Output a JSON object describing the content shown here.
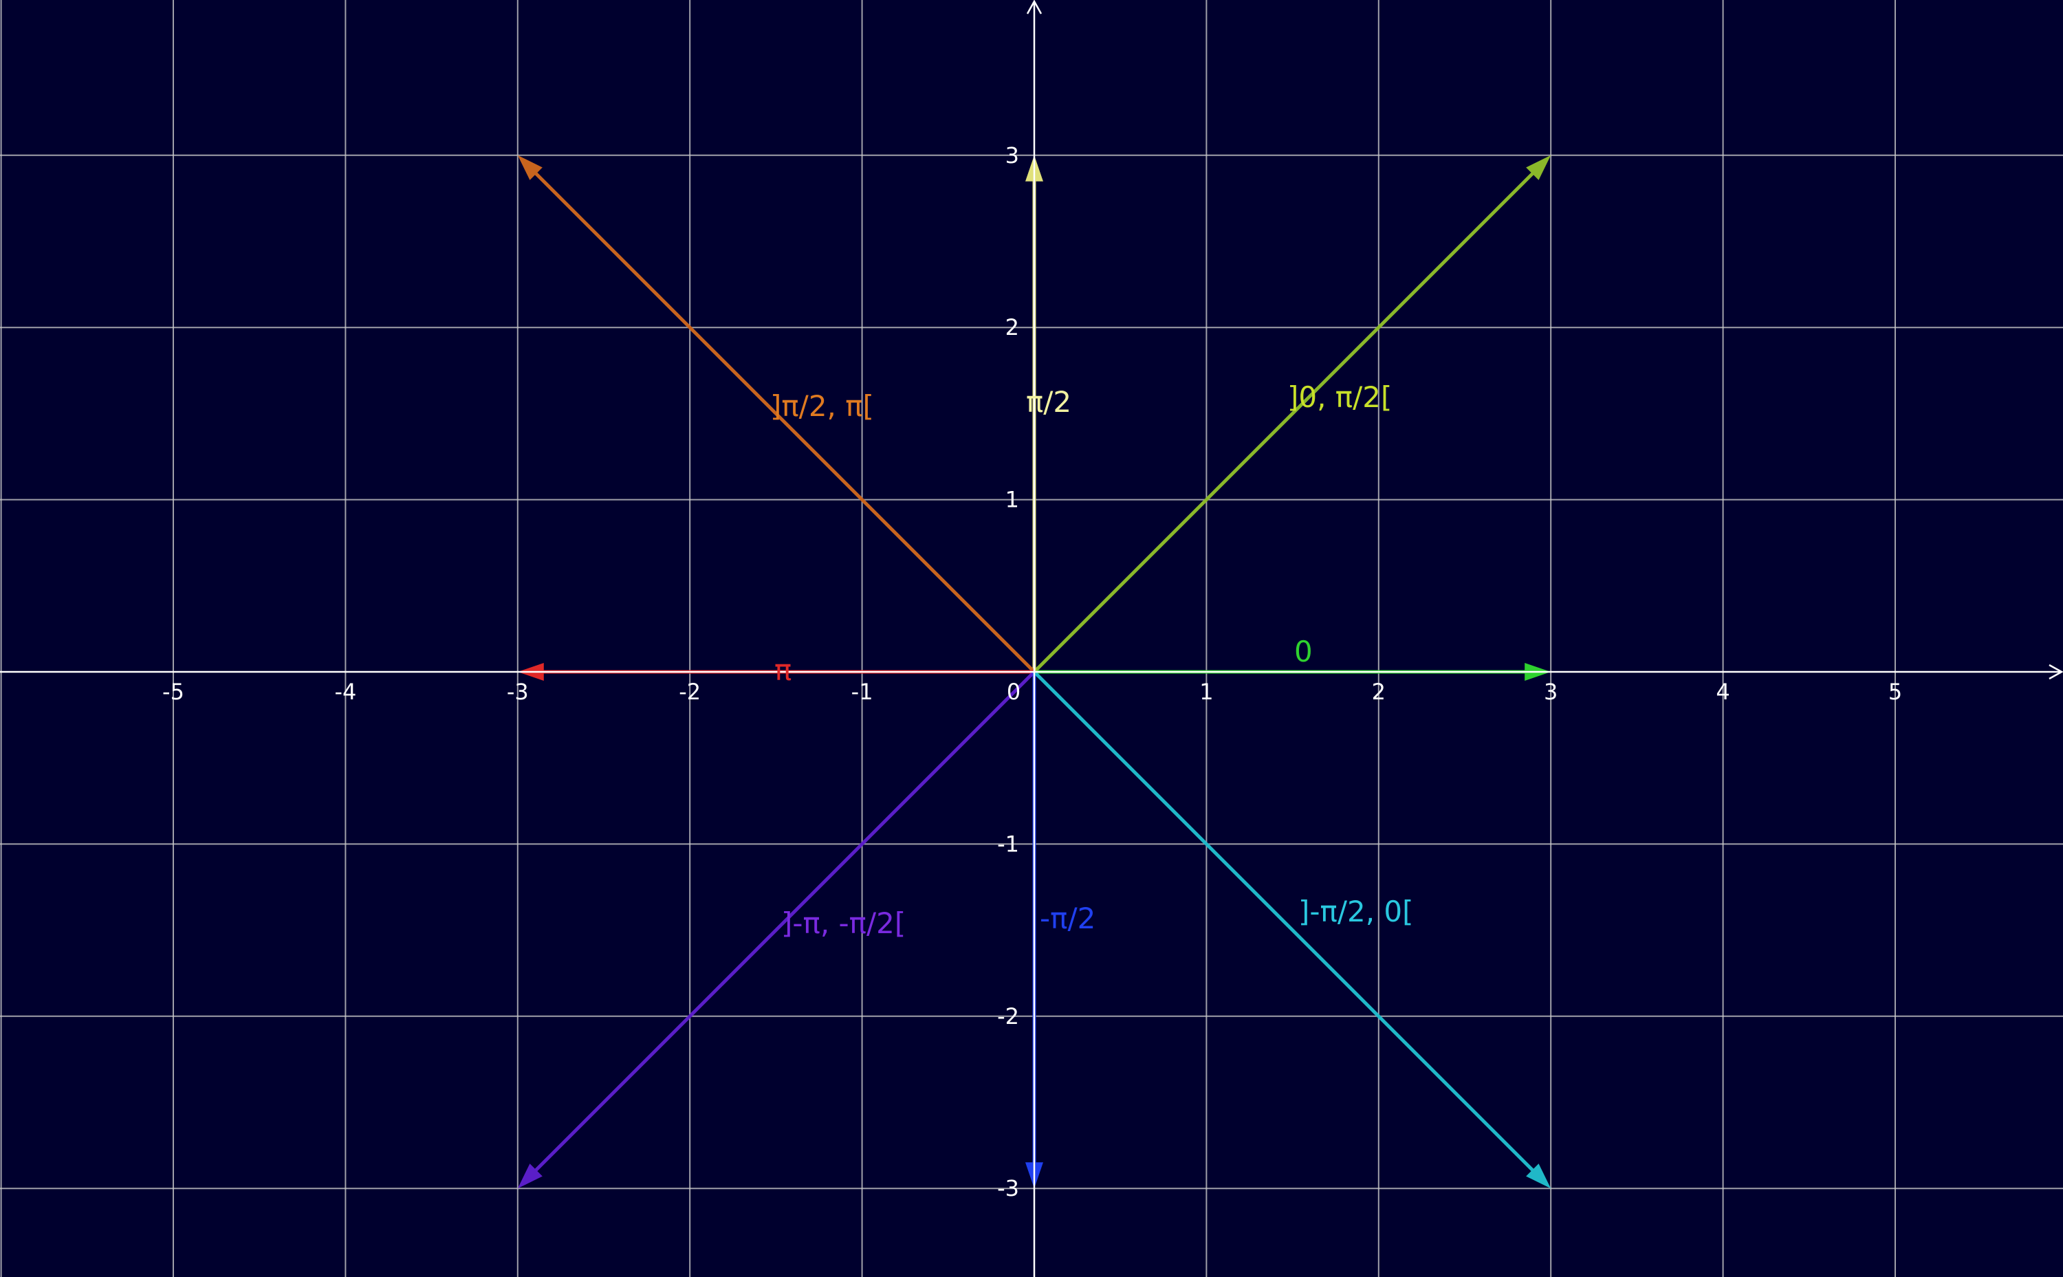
{
  "colors": {
    "background": "#00002e",
    "grid": "#c8c8c8",
    "axes": "#ffffff",
    "tick_label": "#ffffff"
  },
  "plane": {
    "xlim": [
      -6,
      6
    ],
    "ylim": [
      -3.5,
      3.9
    ],
    "grid_step": 1,
    "grid": true,
    "axis_arrows": true,
    "x_ticks": [
      "-5",
      "-4",
      "-3",
      "-2",
      "-1",
      "0",
      "1",
      "2",
      "3",
      "4",
      "5"
    ],
    "y_ticks": [
      "-3",
      "-2",
      "-1",
      "1",
      "2",
      "3"
    ]
  },
  "vectors": [
    {
      "id": "zero",
      "label": "0",
      "dx": 3,
      "dy": 0,
      "color": "#2fd12f",
      "label_color": "#2fd12f"
    },
    {
      "id": "q1",
      "label": "]0, π/2[",
      "dx": 3,
      "dy": 3,
      "color": "#8ab82a",
      "label_color": "#c8e02a"
    },
    {
      "id": "half-pi",
      "label": "π/2",
      "dx": 0,
      "dy": 3,
      "color": "#e0e07a",
      "label_color": "#f2f2a0"
    },
    {
      "id": "q2",
      "label": "]π/2, π[",
      "dx": -3,
      "dy": 3,
      "color": "#c8641e",
      "label_color": "#e07a20"
    },
    {
      "id": "pi",
      "label": "π",
      "dx": -3,
      "dy": 0,
      "color": "#e02828",
      "label_color": "#e02828"
    },
    {
      "id": "q3",
      "label": "]-π, -π/2[",
      "dx": -3,
      "dy": -3,
      "color": "#5a1ec8",
      "label_color": "#7a2ae0"
    },
    {
      "id": "neg-half-pi",
      "label": "-π/2",
      "dx": 0,
      "dy": -3,
      "color": "#2040f0",
      "label_color": "#2040f0"
    },
    {
      "id": "q4",
      "label": "]-π/2, 0[",
      "dx": 3,
      "dy": -3,
      "color": "#20b8c8",
      "label_color": "#2ac8e0"
    }
  ]
}
